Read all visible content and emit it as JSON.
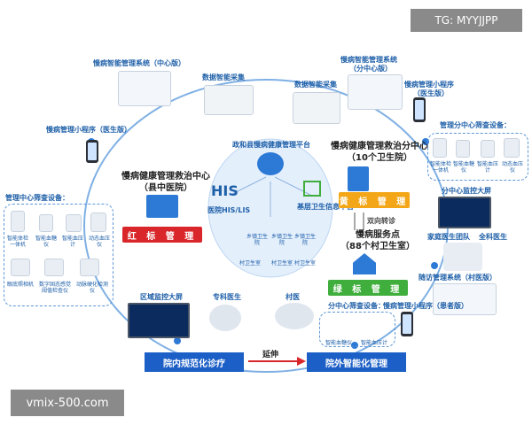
{
  "watermark_top": "TG: MYYJJPP",
  "watermark_bottom": "vmix-500.com",
  "center_platform": {
    "title": "政和县慢病健康管理平台",
    "his_logo": "HIS",
    "his_label": "医院HIS/LIS",
    "base_label": "基层卫生信息平台"
  },
  "county_center": {
    "title": "慢病健康管理救治中心",
    "subtitle": "（县中医院）",
    "banner": "红 标 管 理"
  },
  "sub_center": {
    "title": "慢病健康管理救治分中心",
    "subtitle": "（10个卫生院）",
    "banner": "黄 标 管 理",
    "arrow_text": "双向转诊"
  },
  "service_point": {
    "title": "慢病服务点",
    "subtitle": "（88个村卫生室）",
    "banner": "绿 标 管 理"
  },
  "top_left": {
    "system": "慢病智能管理系统（中心版）",
    "collect": "数据智能采集",
    "app": "慢病管理小程序（医生版）"
  },
  "top_right": {
    "system": "慢病智能管理系统",
    "system_sub": "（分中心版）",
    "collect": "数据智能采集",
    "app": "慢病管理小程序",
    "app_sub": "（医生版）"
  },
  "left_devices": {
    "title": "管理中心筛查设备：",
    "items": [
      "智能体检一体机",
      "智能血糖仪",
      "智能血压计",
      "动态血压仪",
      "眼底照相机",
      "数字固态感觉阈值检查仪",
      "动脉硬化检测仪"
    ]
  },
  "right_devices": {
    "title": "管理分中心筛查设备：",
    "items": [
      "智能体检一体机",
      "智能血糖仪",
      "智能血压计",
      "动态血压仪"
    ]
  },
  "right_screen": {
    "title": "分中心监控大屏",
    "team": "家庭医生团队",
    "doctor": "全科医生"
  },
  "right_follow": {
    "title": "随访管理系统（村医版）"
  },
  "bottom_left": {
    "screen": "区域监控大屏",
    "specialist": "专科医生"
  },
  "bottom_mid": {
    "village_doctor": "村医"
  },
  "bottom_right": {
    "devices": "分中心筛查设备：",
    "app": "慢病管理小程序（患者版）",
    "items": [
      "智能血糖仪",
      "智能血压计"
    ]
  },
  "center_nodes": [
    "乡镇卫生院",
    "乡镇卫生院",
    "乡镇卫生院",
    "村卫生室",
    "村卫生室",
    "村卫生室"
  ],
  "footer": {
    "left": "院内规范化诊疗",
    "arrow": "延伸",
    "right": "院外智能化管理"
  },
  "colors": {
    "red": "#d9262b",
    "yellow": "#f3a617",
    "green": "#3fae3c",
    "blue": "#1c5fc6"
  }
}
